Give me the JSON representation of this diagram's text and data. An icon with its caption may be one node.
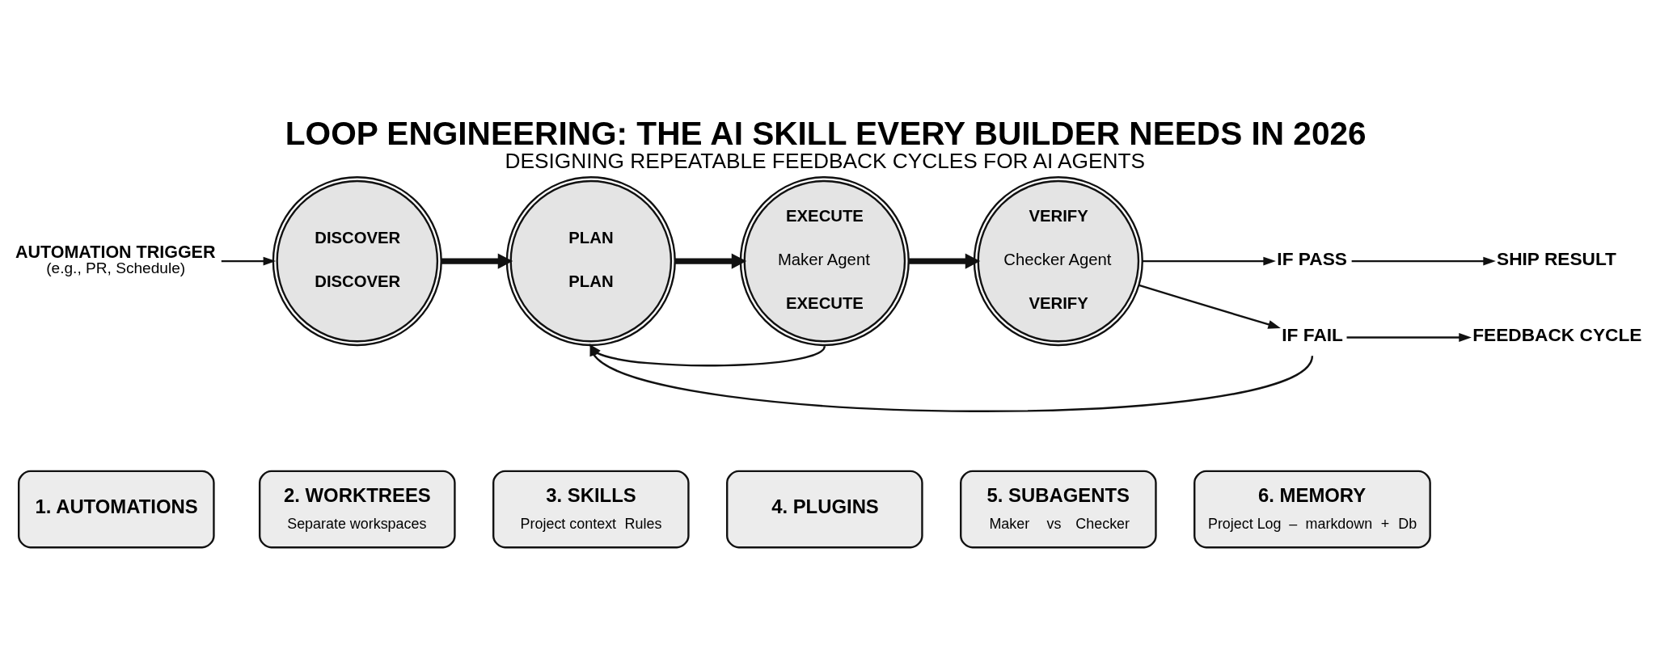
{
  "diagram": {
    "title": "LOOP ENGINEERING: THE AI SKILL EVERY BUILDER NEEDS IN 2026",
    "caption": "DESIGNING REPEATABLE FEEDBACK CYCLES FOR AI AGENTS",
    "nodes": [
      {
        "text": [
          "AUTOMATION TRIGGER",
          "(e.g., PR, Schedule)"
        ]
      },
      {
        "text": [
          "DISCOVER",
          "DISCOVER"
        ]
      },
      {
        "text": [
          "PLAN",
          "PLAN"
        ]
      },
      {
        "text": [
          "EXECUTE",
          "Maker Agent",
          "EXECUTE"
        ]
      },
      {
        "text": [
          "VERIFY",
          "Checker Agent",
          "VERIFY"
        ]
      },
      {
        "text": [
          "IF PASS"
        ]
      },
      {
        "text": [
          "SHIP RESULT"
        ]
      },
      {
        "text": [
          "IF FAIL"
        ]
      },
      {
        "text": [
          "FEEDBACK CYCLE"
        ]
      },
      {
        "text": [
          "1. AUTOMATIONS"
        ]
      },
      {
        "text": [
          "2. WORKTREES",
          "Separate workspaces"
        ]
      },
      {
        "text": [
          "3. SKILLS",
          "Project context",
          "Rules"
        ]
      },
      {
        "text": [
          "4. PLUGINS"
        ]
      },
      {
        "text": [
          "5. SUBAGENTS",
          "Maker",
          "vs",
          "Checker"
        ]
      },
      {
        "text": [
          "6. MEMORY",
          "Project Log",
          "–",
          "markdown",
          "+",
          "Db"
        ]
      }
    ],
    "edges": [
      {
        "from": 0,
        "to": 1,
        "arrow": "to"
      },
      {
        "from": 1,
        "to": 2,
        "arrow": "to",
        "style": "thick"
      },
      {
        "from": 2,
        "to": 3,
        "arrow": "to",
        "style": "thick"
      },
      {
        "from": 3,
        "to": 4,
        "arrow": "to",
        "style": "thick"
      },
      {
        "from": 4,
        "to": 5,
        "arrow": "to"
      },
      {
        "from": 5,
        "to": 6,
        "arrow": "to"
      },
      {
        "from": 4,
        "to": 7,
        "arrow": "to"
      },
      {
        "from": 7,
        "to": 8,
        "arrow": "to"
      },
      {
        "from": 7,
        "to": 2,
        "arrow": "to"
      },
      {
        "from": 3,
        "to": 2,
        "arrow": "to"
      }
    ]
  }
}
